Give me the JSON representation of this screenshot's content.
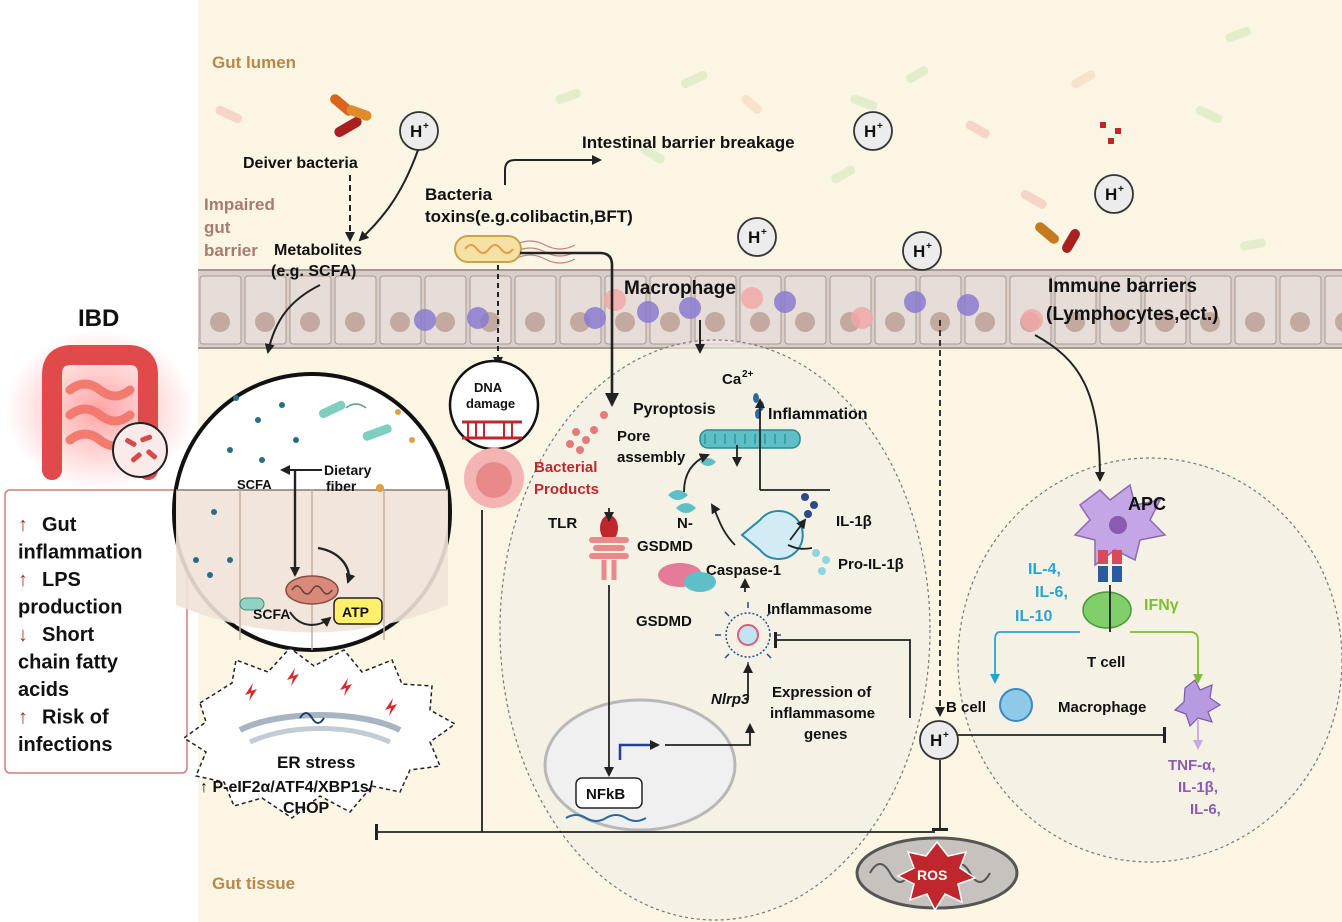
{
  "regions": {
    "lumen": "Gut lumen",
    "impaired": [
      "Impaired",
      "gut",
      "barrier"
    ],
    "tissue": "Gut tissue"
  },
  "left_panel": {
    "title": "IBD",
    "items": [
      {
        "arrow": "↑",
        "lines": [
          "Gut",
          "inflammation"
        ]
      },
      {
        "arrow": "↑",
        "lines": [
          "LPS",
          "production"
        ]
      },
      {
        "arrow": "↓",
        "lines": [
          "Short",
          "chain fatty",
          "acids"
        ]
      },
      {
        "arrow": "↑",
        "lines": [
          "Risk of",
          "infections"
        ]
      }
    ]
  },
  "labels": {
    "h_plus": "H",
    "h_sup": "+",
    "deliver_bacteria": "Deiver bacteria",
    "metabolites": [
      "Metabolites",
      "(e.g. SCFA)"
    ],
    "barrier_breakage": "Intestinal barrier breakage",
    "toxins": [
      "Bacteria",
      "toxins(e.g.colibactin,BFT)"
    ],
    "macrophage_top": "Macrophage",
    "immune_barriers": [
      "Immune barriers",
      "(Lymphocytes,ect.)"
    ],
    "scfa_1": "SCFA",
    "dietary_fiber": [
      "Dietary",
      "fiber"
    ],
    "scfa_2": "SCFA",
    "atp": "ATP",
    "dna_damage": [
      "DNA",
      "damage"
    ],
    "er_stress": "ER stress",
    "er_markers": [
      "↑ P-eIF2α/ATF4/XBP1s/",
      "CHOP"
    ],
    "ca": "Ca",
    "ca_sup": "2+",
    "pyroptosis": "Pyroptosis",
    "inflammation": "Inflammation",
    "pore_assembly": [
      "Pore",
      "assembly"
    ],
    "bacterial_products": [
      "Bacterial",
      "Products"
    ],
    "tlr": "TLR",
    "n_gsdmd": [
      "N-",
      "GSDMD"
    ],
    "il1b": "IL-1β",
    "pro_il1b": "Pro-IL-1β",
    "caspase1": "Caspase-1",
    "gsdmd": "GSDMD",
    "inflammasome": "Inflammasome",
    "nlrp3": "Nlrp3",
    "expression": [
      "Expression of",
      "inflammasome",
      "genes"
    ],
    "nfkb": "NFkB",
    "apc": "APC",
    "il_list": [
      "IL-4,",
      "IL-6,",
      "IL-10"
    ],
    "ifng": "IFNγ",
    "t_cell": "T cell",
    "b_cell": "B cell",
    "macrophage_right": "Macrophage",
    "tnf_list": [
      "TNF-α,",
      "IL-1β,",
      "IL-6,"
    ],
    "ros": "ROS"
  },
  "colors": {
    "background_left": "#ffffff",
    "background_main": "#fbf5e4",
    "epithelium": "#d9cec8",
    "ibd_red": "#d62a2a",
    "region_brown": "#b8874a",
    "impaired_mauve": "#a87b72",
    "cytokine_blue": "#29a3d6",
    "ifng_green": "#7fbf2f",
    "tnf_purple": "#8a5bb0"
  }
}
